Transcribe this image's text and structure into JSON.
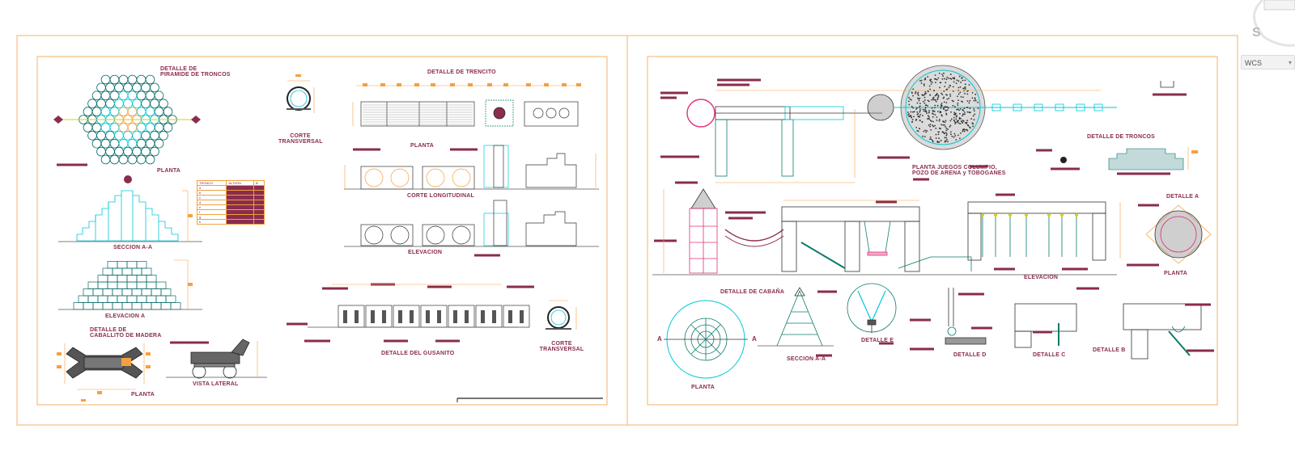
{
  "sheet_left": {
    "titles": {
      "piramide": "DETALLE DE\nPIRAMIDE DE TRONCOS",
      "planta_piramide": "PLANTA",
      "seccion_aa": "SECCION A-A",
      "elevacion_a": "ELEVACION A",
      "caballito": "DETALLE DE\nCABALLITO DE MADERA",
      "planta_caballito": "PLANTA",
      "vista_lateral": "VISTA LATERAL",
      "corte_transversal_1": "CORTE\nTRANSVERSAL",
      "trencito": "DETALLE DE TRENCITO",
      "planta_trencito": "PLANTA",
      "corte_longitudinal": "CORTE LONGITUDINAL",
      "elevacion": "ELEVACION",
      "gusanito": "DETALLE DEL GUSANITO",
      "corte_transversal_2": "CORTE\nTRANSVERSAL"
    },
    "table": {
      "headers": [
        "TRONCO",
        "ALTURA",
        "Ø"
      ],
      "rows": [
        "a",
        "b",
        "c",
        "d",
        "e",
        "f",
        "g",
        "h"
      ]
    }
  },
  "sheet_right": {
    "titles": {
      "planta_juegos": "PLANTA JUEGOS COLUMPIO,\nPOZO DE ARENA y TOBOGANES",
      "detalle_troncos": "DETALLE DE TRONCOS",
      "detalle_a": "DETALLE A",
      "elevacion": "ELEVACION",
      "planta_a": "PLANTA",
      "detalle_cabana": "DETALLE DE CABAÑA",
      "seccion_aa": "SECCION A-A",
      "planta_cabana": "PLANTA",
      "detalle_e": "DETALLE E",
      "detalle_d": "DETALLE D",
      "detalle_c": "DETALLE C",
      "detalle_b": "DETALLE B",
      "marker_a_left": "A",
      "marker_a_right": "A"
    }
  },
  "ui": {
    "wcs_label": "WCS",
    "viewcube_letter": "S"
  },
  "colors": {
    "sheet_border": "#f5b26b",
    "label": "#8a2c4c",
    "cyan": "#00c8d8",
    "magenta": "#e0307a",
    "orange": "#f5a040",
    "dark": "#333333"
  }
}
